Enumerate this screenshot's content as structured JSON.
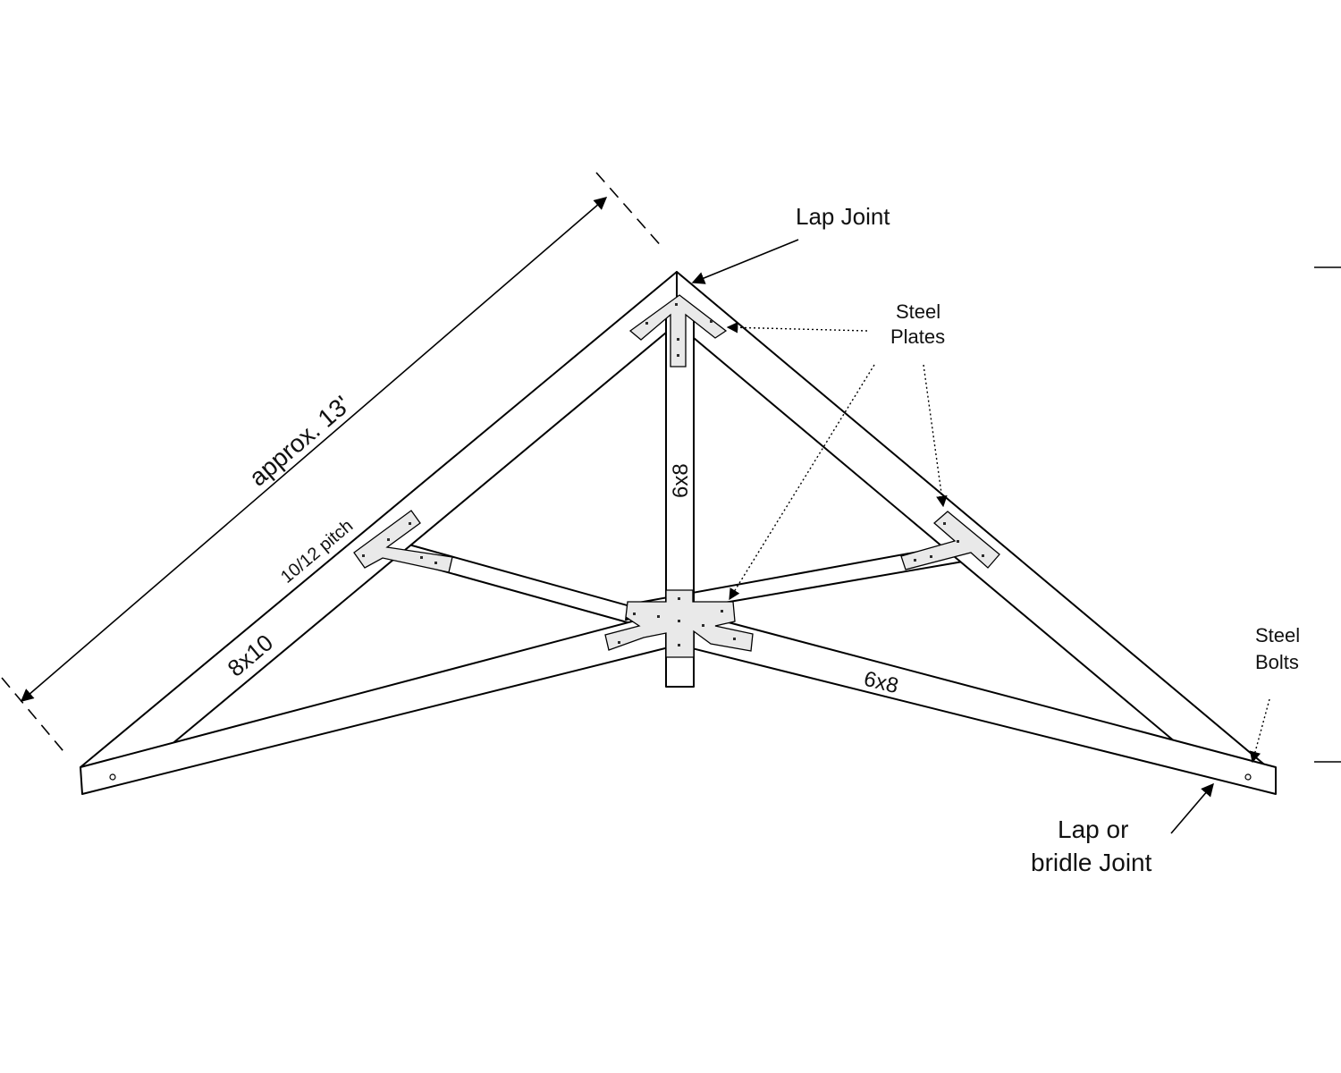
{
  "callouts": {
    "lap_joint": "Lap Joint",
    "steel_plates_line1": "Steel",
    "steel_plates_line2": "Plates",
    "steel_bolts_line1": "Steel",
    "steel_bolts_line2": "Bolts",
    "lap_bridle_line1": "Lap or",
    "lap_bridle_line2": "bridle Joint"
  },
  "dimensions": {
    "rafter_length": "approx. 13'",
    "pitch": "10/12 pitch"
  },
  "members": {
    "rafter_size": "8x10",
    "king_post_size": "6x8",
    "strut_size": "6x8"
  },
  "colors": {
    "line": "#000000",
    "plate_fill": "#e9e9e9",
    "label_text": "#111111"
  }
}
